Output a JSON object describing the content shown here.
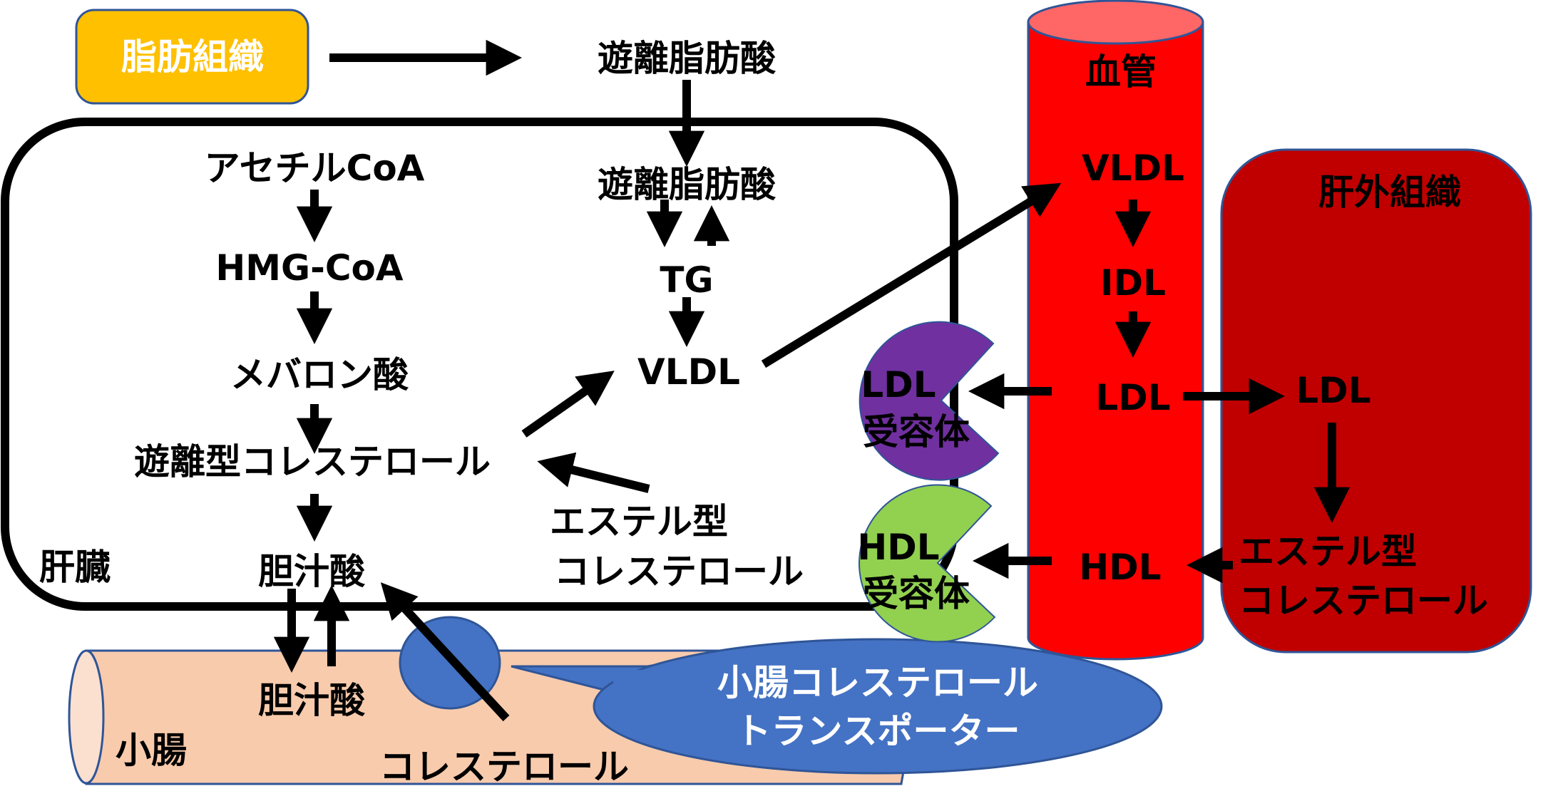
{
  "title": "コレステロール代謝の概略図",
  "colors": {
    "adipose_fill": "#FFC000",
    "vessel_fill": "#FF0000",
    "vessel_top_fill": "#FF6666",
    "extrahepatic_fill": "#C00000",
    "ldl_receptor_fill": "#7030A0",
    "hdl_receptor_fill": "#92D050",
    "transporter_fill": "#4472C4",
    "intestine_fill": "#F8CBAD",
    "intestine_end_fill": "#FBE0D0",
    "outline": "#2F5597",
    "arrow": "#000000"
  },
  "adipose": {
    "label": "脂肪組織"
  },
  "top_ffa": {
    "label": "遊離脂肪酸"
  },
  "liver": {
    "label": "肝臓",
    "ffa": "遊離脂肪酸",
    "tg": "TG",
    "vldl": "VLDL",
    "acetyl_coa": "アセチルCoA",
    "hmg_coa": "HMG-CoA",
    "mevalonate": "メバロン酸",
    "free_cholesterol": "遊離型コレステロール",
    "bile_acid": "胆汁酸",
    "ester_cholesterol_line1": "エステル型",
    "ester_cholesterol_line2": "コレステロール"
  },
  "receptors": {
    "ldl": {
      "line1": "LDL",
      "line2": "受容体"
    },
    "hdl": {
      "line1": "HDL",
      "line2": "受容体"
    }
  },
  "vessel": {
    "label": "血管",
    "vldl": "VLDL",
    "idl": "IDL",
    "ldl": "LDL",
    "hdl": "HDL"
  },
  "extrahepatic": {
    "label": "肝外組織",
    "ldl": "LDL",
    "ester_line1": "エステル型",
    "ester_line2": "コレステロール"
  },
  "intestine": {
    "label": "小腸",
    "bile_acid": "胆汁酸",
    "cholesterol": "コレステロール"
  },
  "transporter": {
    "line1": "小腸コレステロール",
    "line2": "トランスポーター"
  }
}
